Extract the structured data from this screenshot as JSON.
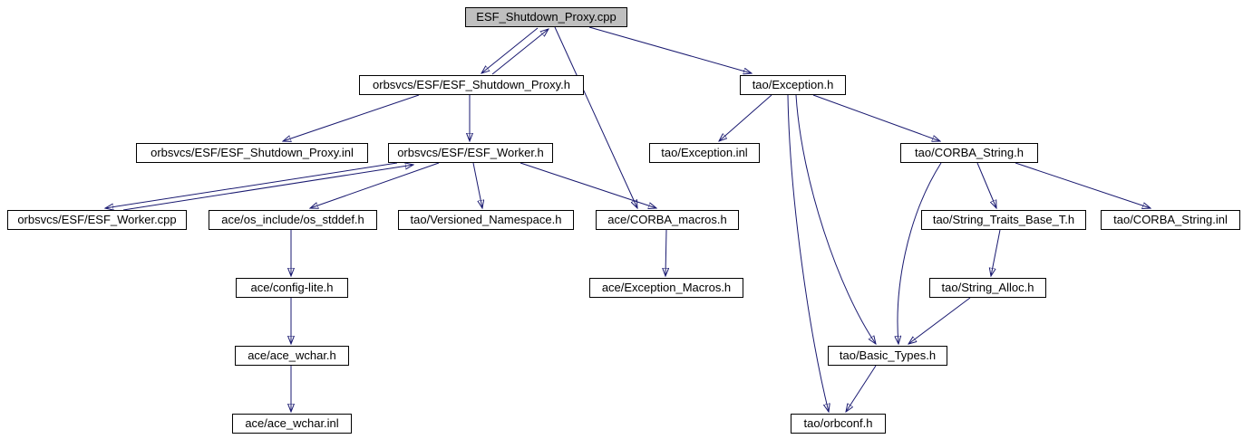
{
  "graph": {
    "root_label": "ESF_Shutdown_Proxy.cpp",
    "colors": {
      "edge": "#191970",
      "node_border": "#000000",
      "node_fill": "#ffffff",
      "root_fill": "#bfbfbf"
    }
  },
  "nodes": [
    {
      "id": "esf-shutdown-proxy-cpp",
      "label": "ESF_Shutdown_Proxy.cpp",
      "root": true
    },
    {
      "id": "esf-shutdown-proxy-h",
      "label": "orbsvcs/ESF/ESF_Shutdown_Proxy.h"
    },
    {
      "id": "tao-exception-h",
      "label": "tao/Exception.h"
    },
    {
      "id": "esf-shutdown-proxy-inl",
      "label": "orbsvcs/ESF/ESF_Shutdown_Proxy.inl"
    },
    {
      "id": "esf-worker-h",
      "label": "orbsvcs/ESF/ESF_Worker.h"
    },
    {
      "id": "tao-exception-inl",
      "label": "tao/Exception.inl"
    },
    {
      "id": "tao-corba-string-h",
      "label": "tao/CORBA_String.h"
    },
    {
      "id": "esf-worker-cpp",
      "label": "orbsvcs/ESF/ESF_Worker.cpp"
    },
    {
      "id": "ace-os-stddef-h",
      "label": "ace/os_include/os_stddef.h"
    },
    {
      "id": "tao-versioned-namespace-h",
      "label": "tao/Versioned_Namespace.h"
    },
    {
      "id": "ace-corba-macros-h",
      "label": "ace/CORBA_macros.h"
    },
    {
      "id": "tao-string-traits-base-t-h",
      "label": "tao/String_Traits_Base_T.h"
    },
    {
      "id": "tao-corba-string-inl",
      "label": "tao/CORBA_String.inl"
    },
    {
      "id": "ace-config-lite-h",
      "label": "ace/config-lite.h"
    },
    {
      "id": "ace-exception-macros-h",
      "label": "ace/Exception_Macros.h"
    },
    {
      "id": "tao-string-alloc-h",
      "label": "tao/String_Alloc.h"
    },
    {
      "id": "ace-ace-wchar-h",
      "label": "ace/ace_wchar.h"
    },
    {
      "id": "tao-basic-types-h",
      "label": "tao/Basic_Types.h"
    },
    {
      "id": "ace-ace-wchar-inl",
      "label": "ace/ace_wchar.inl"
    },
    {
      "id": "tao-orbconf-h",
      "label": "tao/orbconf.h"
    }
  ],
  "edges": [
    {
      "from": "esf-shutdown-proxy-cpp",
      "to": "esf-shutdown-proxy-h"
    },
    {
      "from": "esf-shutdown-proxy-h",
      "to": "esf-shutdown-proxy-cpp"
    },
    {
      "from": "esf-shutdown-proxy-cpp",
      "to": "tao-exception-h"
    },
    {
      "from": "esf-shutdown-proxy-cpp",
      "to": "ace-corba-macros-h"
    },
    {
      "from": "esf-shutdown-proxy-h",
      "to": "esf-shutdown-proxy-inl"
    },
    {
      "from": "esf-shutdown-proxy-h",
      "to": "esf-worker-h"
    },
    {
      "from": "esf-worker-h",
      "to": "esf-worker-cpp"
    },
    {
      "from": "esf-worker-cpp",
      "to": "esf-worker-h"
    },
    {
      "from": "esf-worker-h",
      "to": "ace-os-stddef-h"
    },
    {
      "from": "esf-worker-h",
      "to": "tao-versioned-namespace-h"
    },
    {
      "from": "esf-worker-h",
      "to": "ace-corba-macros-h"
    },
    {
      "from": "tao-exception-h",
      "to": "tao-exception-inl"
    },
    {
      "from": "tao-exception-h",
      "to": "tao-corba-string-h"
    },
    {
      "from": "tao-exception-h",
      "to": "tao-basic-types-h"
    },
    {
      "from": "tao-exception-h",
      "to": "tao-orbconf-h"
    },
    {
      "from": "tao-corba-string-h",
      "to": "tao-string-traits-base-t-h"
    },
    {
      "from": "tao-corba-string-h",
      "to": "tao-corba-string-inl"
    },
    {
      "from": "tao-corba-string-h",
      "to": "tao-basic-types-h"
    },
    {
      "from": "tao-string-traits-base-t-h",
      "to": "tao-string-alloc-h"
    },
    {
      "from": "tao-string-alloc-h",
      "to": "tao-basic-types-h"
    },
    {
      "from": "tao-basic-types-h",
      "to": "tao-orbconf-h"
    },
    {
      "from": "ace-os-stddef-h",
      "to": "ace-config-lite-h"
    },
    {
      "from": "ace-config-lite-h",
      "to": "ace-ace-wchar-h"
    },
    {
      "from": "ace-ace-wchar-h",
      "to": "ace-ace-wchar-inl"
    },
    {
      "from": "ace-corba-macros-h",
      "to": "ace-exception-macros-h"
    }
  ]
}
